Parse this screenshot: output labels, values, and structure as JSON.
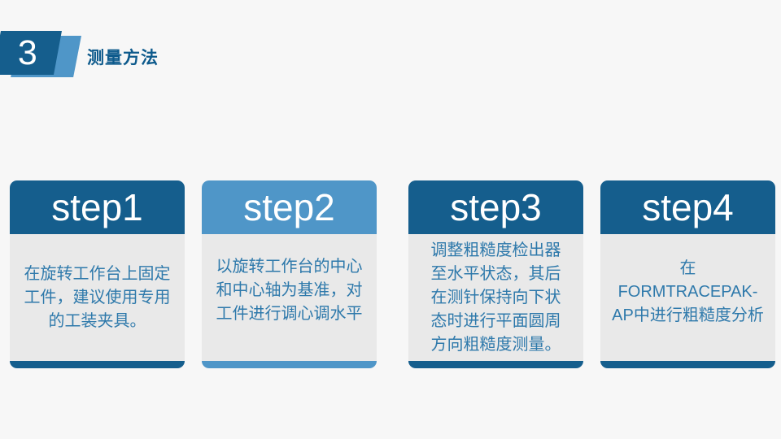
{
  "slide": {
    "background_color": "#f7f7f7",
    "colors": {
      "background": "#f7f7f7",
      "dark_blue": "#155e8d",
      "light_blue": "#4f96c8",
      "card_body_gray": "#e9e9e9",
      "body_text_blue": "#2e79ab",
      "title_blue": "#0d5a8c",
      "step_label_white": "#ffffff"
    },
    "header": {
      "section_number": "3",
      "title": "测量方法"
    },
    "steps": [
      {
        "label": "step1",
        "theme": "dark",
        "text": "在旋转工作台上固定\n工件，建议使用专用\n的工装夹具。"
      },
      {
        "label": "step2",
        "theme": "light",
        "text": "以旋转工作台的中心\n和中心轴为基准，对\n工件进行调心调水平"
      },
      {
        "label": "step3",
        "theme": "dark",
        "text": "调整粗糙度检出器\n至水平状态，其后\n在测针保持向下状\n态时进行平面圆周\n方向粗糙度测量。"
      },
      {
        "label": "step4",
        "theme": "dark",
        "text": "在FORMTRACEPAK-\nAP中进行粗糙度分析"
      }
    ]
  }
}
